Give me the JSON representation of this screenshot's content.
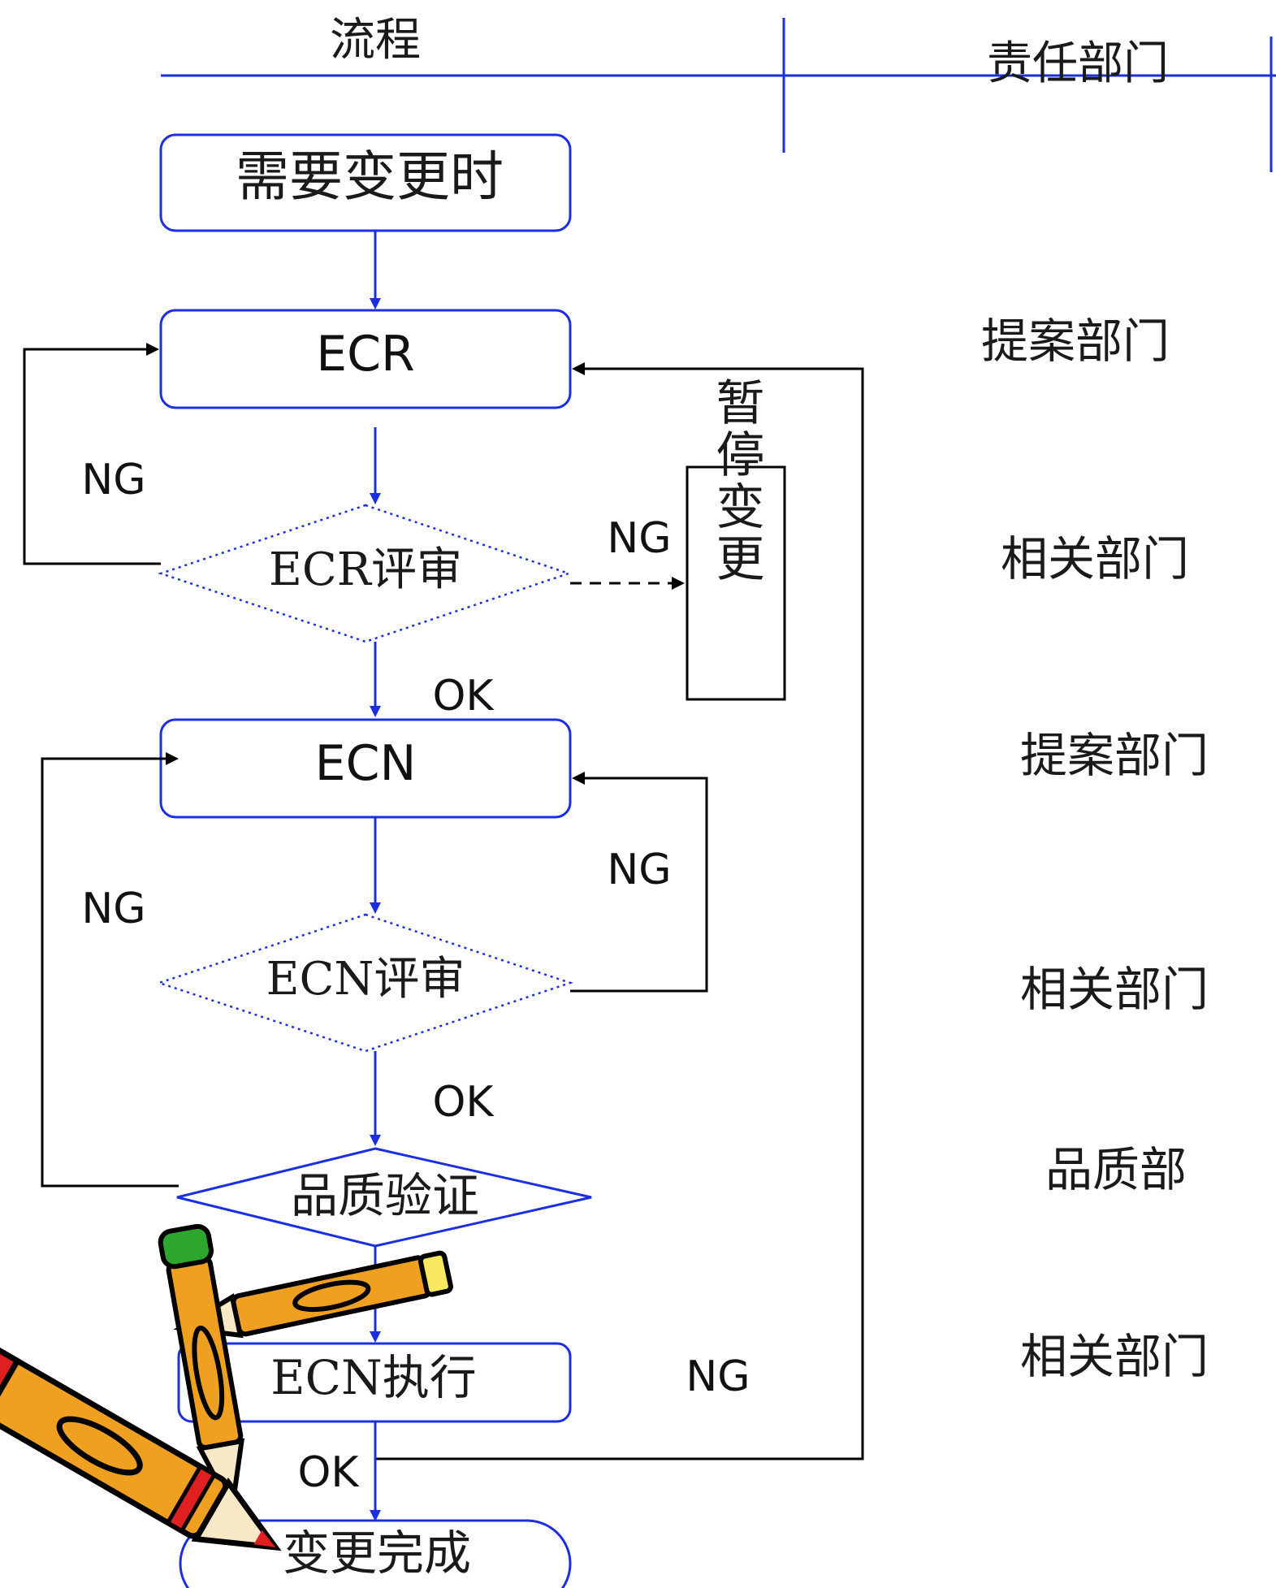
{
  "header": {
    "process_label": "流程",
    "department_label": "责任部门"
  },
  "nodes": {
    "start": "需要变更时",
    "ecr": "ECR",
    "ecr_review": "ECR评审",
    "pause": "暂停变更",
    "ecn": "ECN",
    "ecn_review": "ECN评审",
    "quality_check": "品质验证",
    "ecn_execute": "ECN执行",
    "end": "变更完成"
  },
  "edge_labels": {
    "ecr_review_ng_back": "NG",
    "ecr_review_ng_pause": "NG",
    "ecr_review_ok": "OK",
    "ecn_review_ng": "NG",
    "quality_ng": "NG",
    "ecn_review_ok": "OK",
    "execute_ng": "NG",
    "execute_ok": "OK"
  },
  "departments": {
    "ecr": "提案部门",
    "ecr_review": "相关部门",
    "ecn": "提案部门",
    "ecn_review": "相关部门",
    "quality_check": "品质部",
    "ecn_execute": "相关部门"
  },
  "colors": {
    "box_stroke": "#1b2fe0",
    "header_line": "#1b2fe0",
    "arrow_blue": "#1b2fe0",
    "arrow_black": "#000000"
  }
}
